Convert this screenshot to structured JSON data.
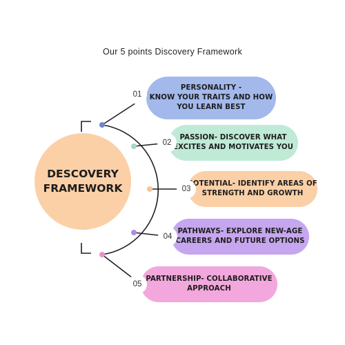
{
  "title": "Our 5 points Discovery  Framework",
  "hub": {
    "label": "DESCOVERY\nFRAMEWORK",
    "color": "#fbd0a7"
  },
  "items": [
    {
      "number": "01",
      "text": "PERSONALITY -\nKNOW YOUR TRAITS AND HOW\nYOU LEARN BEST",
      "color": "#a3b9ec",
      "dot": "#6f86c7"
    },
    {
      "number": "02",
      "text": "PASSION- DISCOVER WHAT\nEXCITES AND MOTIVATES YOU",
      "color": "#bfead6",
      "dot": "#a7d7c0"
    },
    {
      "number": "03",
      "text": "POTENTIAL- IDENTIFY AREAS OF\nSTRENGTH AND GROWTH",
      "color": "#fbd0a7",
      "dot": "#f4c49a"
    },
    {
      "number": "04",
      "text": "PATHWAYS- EXPLORE NEW-AGE\nCAREERS AND FUTURE OPTIONS",
      "color": "#c6a6ee",
      "dot": "#b08ae0"
    },
    {
      "number": "05",
      "text": "PARTNERSHIP- COLLABORATIVE\nAPPROACH",
      "color": "#f2a7dd",
      "dot": "#e493cf"
    }
  ]
}
